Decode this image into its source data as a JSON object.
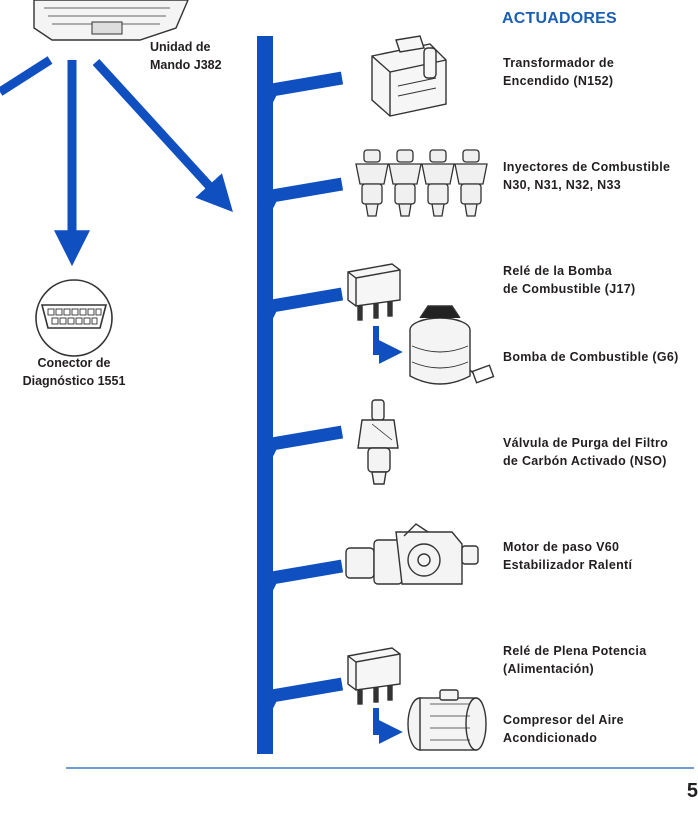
{
  "heading": "ACTUADORES",
  "ecu": {
    "label_line1": "Unidad de",
    "label_line2": "Mando J382"
  },
  "diagnostic": {
    "label_line1": "Conector de",
    "label_line2": "Diagnóstico 1551"
  },
  "actuators": [
    {
      "line1": "Transformador de",
      "line2": "Encendido (N152)",
      "icon": "ignition-coil-icon"
    },
    {
      "line1": "Inyectores de Combustible",
      "line2": "N30, N31, N32, N33",
      "icon": "fuel-injectors-icon"
    },
    {
      "line1": "Relé de la Bomba",
      "line2": "de Combustible (J17)",
      "icon": "relay-icon"
    },
    {
      "line1": "Bomba de Combustible (G6)",
      "line2": "",
      "icon": "fuel-pump-icon"
    },
    {
      "line1": "Válvula de Purga del Filtro",
      "line2": "de Carbón Activado (NSO)",
      "icon": "purge-valve-icon"
    },
    {
      "line1": "Motor de paso V60",
      "line2": "Estabilizador Ralentí",
      "icon": "stepper-motor-icon"
    },
    {
      "line1": "Relé de Plena Potencia",
      "line2": "(Alimentación)",
      "icon": "relay-icon"
    },
    {
      "line1": "Compresor del Aire",
      "line2": "Acondicionado",
      "icon": "ac-compressor-icon"
    }
  ],
  "page_number": "5",
  "colors": {
    "blue": "#0f4fbf",
    "heading": "#1a5fb4",
    "outline": "#333333"
  }
}
